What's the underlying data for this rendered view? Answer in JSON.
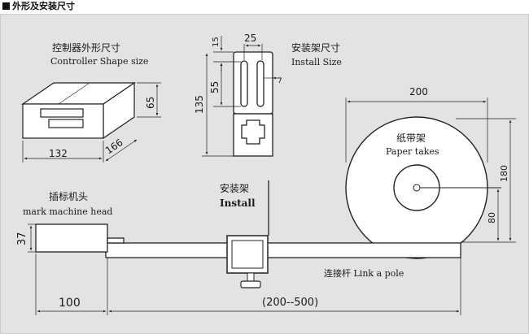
{
  "header": {
    "title": "外形及安装尺寸"
  },
  "controller": {
    "title_cn": "控制器外形尺寸",
    "title_en": "Controller Shape size",
    "dim_width": "132",
    "dim_depth": "166",
    "dim_height": "65"
  },
  "install_bracket": {
    "title_cn": "安装架尺寸",
    "title_en": "Install Size",
    "dim_top": "15",
    "dim_width": "25",
    "dim_slot": "55",
    "dim_slot_width": "7",
    "dim_height": "135"
  },
  "paper_reel": {
    "title_cn": "纸带架",
    "title_en": "Paper takes",
    "dim_diameter": "200",
    "dim_height": "180",
    "dim_center": "80"
  },
  "head": {
    "title_cn": "插标机头",
    "title_en": "mark machine head",
    "dim_height": "37",
    "dim_offset": "100"
  },
  "install": {
    "title_cn": "安装架",
    "title_en": "Install"
  },
  "pole": {
    "label": "连接杆 Link a pole",
    "dim_range": "(200--500)"
  }
}
